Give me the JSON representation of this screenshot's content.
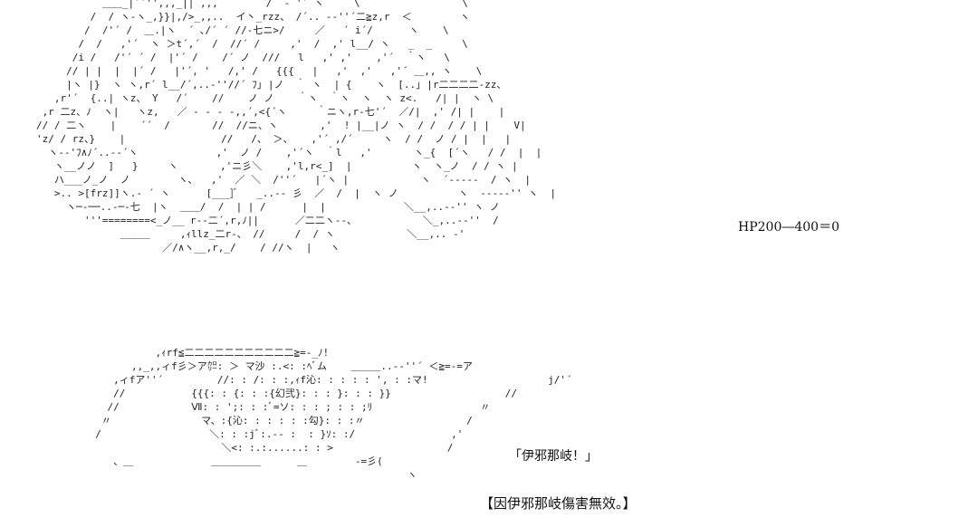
{
  "upper_art": "           ＿＿_|`´'',,,_|| ,,,        /  ‐ '´ ヽ     \\                 \\\n         /  / ヽ‐ヽ_,}}|,/>_,,..  イ丶_rzz、 /´.. -‐''´二≧z,r  ＜        ヽ\n        /  /'´ /  ＿.|ヽ  ´ ､/´ ´ //‐七ニ>/     ／   ´ i´/      ヽ    \\\n       /  /   ,'´  ヽ ＞t´,´  /  //´ /     ,'  /  ,' l__/ ヽ   _  _     \\\n      /i /   /'´ ´ /  |'´ /    /´ ノ  ///   l   ,' ,'    ,'´  ｀ヽ   \\\n     // | |  |  |´ /   |'´, '   /,' /   {{{   |   ,'  ,'   ,'´ ＿,, ヽ    \\\n     |ヽ |}  ヽ ヽ,r´ l__/´,..‐''//´ ﾌ｣ |ノ  ｀ ヽ  | {    ヽ  [..｣ |r二二二二‐zz、\n   ,r'´  {..| ヽz、 Y   /´    //    ノ ノ    ｀ヽ  ｀ヽ  ヽ  ヽ z<.   /| |  ヽ \\\n ,r 二z、ﾉ  ヽ|   ヽz,   ／ ‐ ‐ ‐ ‐,,´,<{´ヽ     ｀ニヽ,r‐七'´  ／/|  ,' /| |    |\n// / 二ヽ    |    ´´  /       //  //ニ、ヽ       ,'  ! |__|ノ ヽ  / /  / / | |    V|\n'z/ / rz、}    |                //   /、 ＞、   ,'´ ,/´     ヽ  / /  ノ / |  |   |\n  ヽ‐‐'ﾌ∧ﾉ´..-‐´ヽ             ,'  ノ /    ,'´ヽ  ｀l   ,'       ヽ_{  [´ヽ   / /  |  |\n   ヽ__ノノ  ]   }     ヽ       ,'ニ彡＼    ,'l,r<_]  |          ヽ  ヽ_ノ  / / ヽ |\n   ハ___ノ_ノ  ノ        ヽ､   ,'  ／ ＼  /''´   |´ヽ |            ヽ  ´‐‐‐‐‐  / ヽ  |\n   >.. >[frz]]ヽ.‐ ´ ヽ      [___]ﾞ   _..-‐ 彡  ／  /  |  ヽ ノ          ヽ  ‐‐‐‐‐'' ヽ  |\n     ヽ─‐──..-─‐七  |ヽ  ＿＿/  /  | | /      |  |             ＼__,..-‐'' ヽ ノ\n        '''========<_ノ__ r-‐二´,r,ﾉ||      ／二二ヽ‐‐、           ＼_,..-‐''  /\n              ＿＿＿     ,ｨllz_二r‐、 //     /  / ヽ            ＼__,.. ‐'\n                     ／/∧ヽ__,r,_/    / //ヽ  |   ヽ",
  "lower_art": "            ,ｨrf≦二二二二二二二二二二二≧=-_ﾉ!\n        ,,_,,ィf彡＞ア㌍: ＞ マ沙 :.<: :ﾍﾞム    ＿＿＿..-‐''´ ＜≧=‐=ア\n     ,ィfア''´         //: : /: : :,ｨf沁: : : : : ', : :マ!                    j/'´\n     //           {{{: : {: : :{幻弐}: : : }: : : }}                   //\n    //            Ⅶ: : ';: : :ﾞ=ソ: : : ; : : ;ﾘ                  〃\n   〃               マ、:{沁: : : : : :勾}: : :〃                 /\n  /                  ＼: : :jﾞ:.‐‐ :  : }ｿ: :/                ,'\n                       ＼<: :.:......: : >                   /\n     、＿             ＿＿＿＿＿      ＿        -=彡(\n                                                      ヽ",
  "hp_text": "HP200―400＝0",
  "speech_text": "「伊邪那岐！」",
  "status_text": "【因伊邪那岐傷害無效。】"
}
